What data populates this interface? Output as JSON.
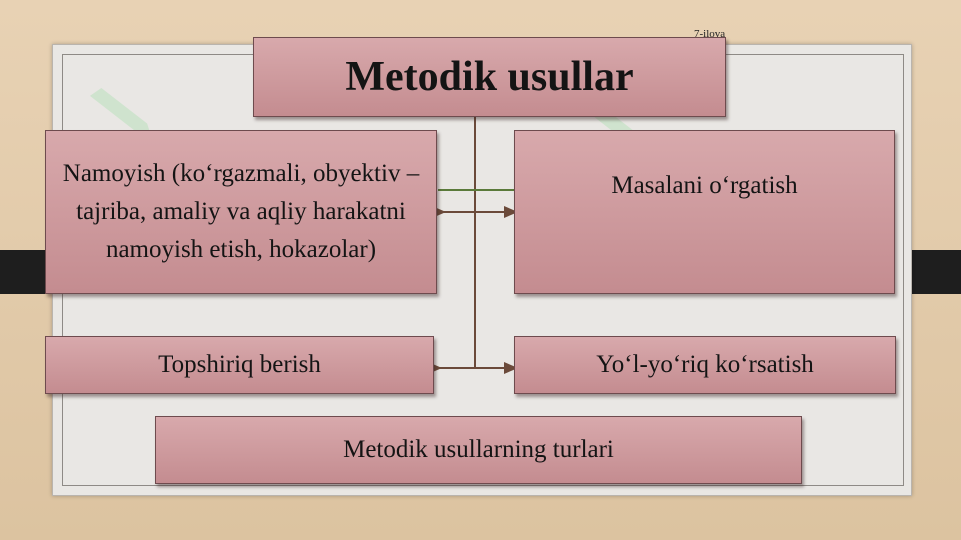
{
  "slide": {
    "annotation": "7-ilova",
    "title": "Metodik usullar",
    "boxes": {
      "namoyish": "Namoyish (ko‘rgazmali, obyektiv – tajriba, amaliy va aqliy harakatni namoyish etish, hokazolar)",
      "masala": "Masalani o‘rgatish",
      "topshiriq": "Topshiriq berish",
      "yol_yoriq": "Yo‘l-yo‘riq ko‘rsatish",
      "turlari": "Metodik usullarning turlari"
    }
  },
  "colors": {
    "box_fill": "#cd9a9e",
    "box_border": "#6e4b4e",
    "panel": "#e9e7e4",
    "background": "#dcc3a0",
    "connector": "#6b4a3a"
  }
}
